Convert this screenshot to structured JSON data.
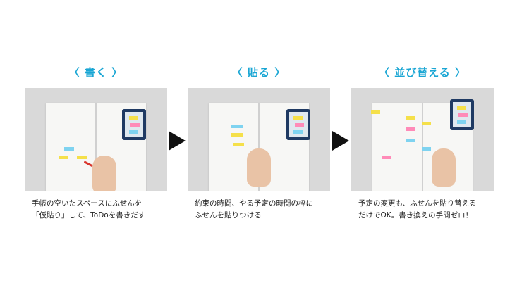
{
  "steps": [
    {
      "title": "〈 書く 〉",
      "caption_lines": [
        "手帳の空いたスペースにふせんを",
        "「仮貼り」して、ToDoを書きだす"
      ]
    },
    {
      "title": "〈 貼る 〉",
      "caption_lines": [
        "約束の時間、やる予定の時間の枠に",
        "ふせんを貼りつける"
      ]
    },
    {
      "title": "〈 並び替える 〉",
      "caption_lines": [
        "予定の変更も、ふせんを貼り替える",
        "だけでOK。書き換えの手間ゼロ！"
      ]
    }
  ],
  "colors": {
    "title": "#1aa6d4",
    "arrow": "#111111",
    "case": "#1f3a63"
  }
}
